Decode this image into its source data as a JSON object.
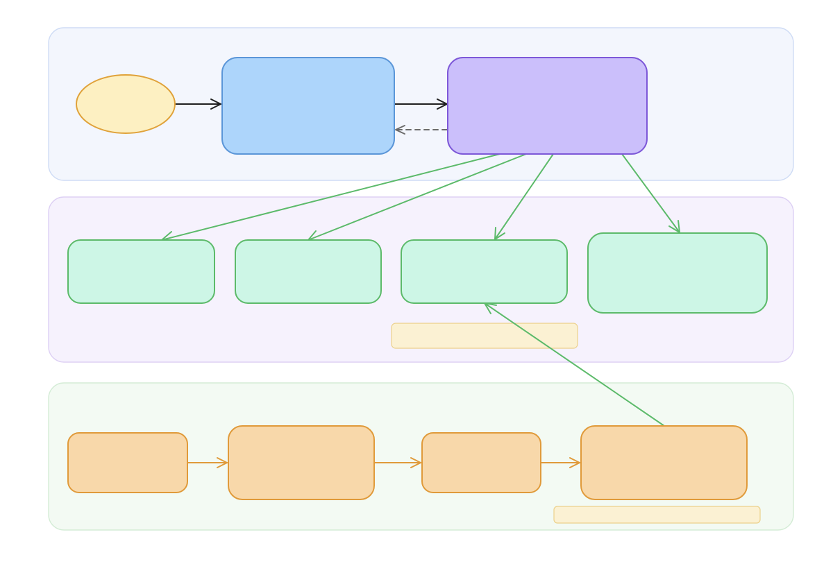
{
  "colors": {
    "canvas": "#ffffff",
    "lane_top_fill": "#f3f6fd",
    "lane_top_stroke": "#cfdcf5",
    "lane_middle_fill": "#f6f2fd",
    "lane_middle_stroke": "#ddd0f4",
    "lane_bottom_fill": "#f3faf3",
    "lane_bottom_stroke": "#d4ecd6",
    "ellipse_fill": "#fdf0c2",
    "ellipse_stroke": "#e0a23a",
    "blue_fill": "#add5fb",
    "blue_stroke": "#5b96d8",
    "purple_fill": "#cbbffb",
    "purple_stroke": "#7d58d8",
    "green_fill": "#cdf6e6",
    "green_stroke": "#5cba6a",
    "orange_fill": "#f8d8aa",
    "orange_stroke": "#e09a3a",
    "note_fill": "#fbf1d3",
    "note_stroke": "#ecd08a",
    "arrow_dark": "#1f1f1f",
    "arrow_dashed": "#6b6b6b",
    "arrow_green": "#5cba6a",
    "arrow_orange": "#e09a3a"
  },
  "lanes": [
    {
      "id": "lane-top",
      "label": ""
    },
    {
      "id": "lane-middle",
      "label": ""
    },
    {
      "id": "lane-bottom",
      "label": ""
    }
  ],
  "nodes": {
    "start": {
      "label": ""
    },
    "blue_process": {
      "label": ""
    },
    "purple_process": {
      "label": ""
    },
    "green_1": {
      "label": ""
    },
    "green_2": {
      "label": ""
    },
    "green_3": {
      "label": ""
    },
    "green_4": {
      "label": ""
    },
    "orange_1": {
      "label": ""
    },
    "orange_2": {
      "label": ""
    },
    "orange_3": {
      "label": ""
    },
    "orange_4": {
      "label": ""
    }
  },
  "notes": {
    "middle_note": {
      "label": ""
    },
    "bottom_note": {
      "label": ""
    }
  }
}
